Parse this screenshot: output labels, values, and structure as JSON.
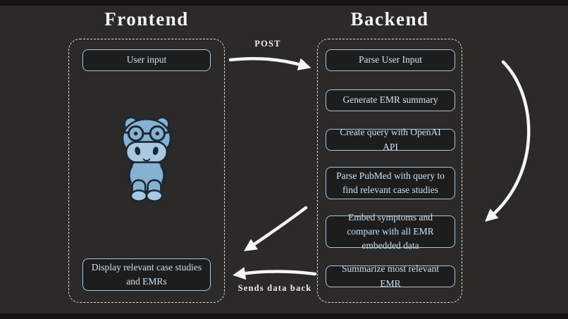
{
  "frontend": {
    "title": "Frontend",
    "user_input_label": "User input",
    "display_label": "Display relevant case studies and EMRs"
  },
  "backend": {
    "title": "Backend",
    "steps": [
      "Parse User Input",
      "Generate EMR summary",
      "Create query with OpenAI API",
      "Parse PubMed with query to find relevant case studies",
      "Embed symptoms and compare with all EMR embedded data",
      "Summarize most relevant EMR"
    ]
  },
  "arrows": {
    "post_label": "POST",
    "sends_back_label": "Sends data back"
  },
  "icons": {
    "mascot": "hippo-with-glasses"
  },
  "colors": {
    "background": "#2b2a29",
    "panel_border": "#dcdcdc",
    "node_border": "#a7c4dd",
    "node_fill": "#1d1d1d",
    "node_text": "#cfe0ee",
    "arrow": "#f5f5f5",
    "hippo_body": "#85b2d3",
    "hippo_light": "#a9c9e2"
  }
}
